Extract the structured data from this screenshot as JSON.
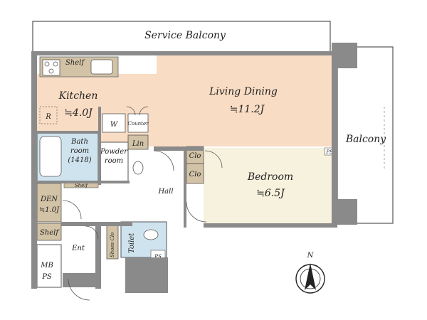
{
  "rooms": {
    "service_balcony": "Service Balcony",
    "kitchen": "Kitchen",
    "kitchen_area": "≒4.0J",
    "shelf_top": "Shelf",
    "refrigerator": "R",
    "washer": "W",
    "counter": "Counter",
    "linen": "Lin",
    "bath_room": "Bath",
    "bath_room_2": "room",
    "bath_size": "(1418)",
    "powder_room": "Powder",
    "powder_room_2": "room",
    "living_dining": "Living Dining",
    "living_dining_area": "≒11.2J",
    "balcony": "Balcony",
    "ps_right": "PS",
    "closet_1": "Clo",
    "closet_2": "Clo",
    "bedroom": "Bedroom",
    "bedroom_area": "≒6.5J",
    "hall": "Hall",
    "den": "DEN",
    "den_area": "≒1.0J",
    "shelf_small": "Shelf",
    "shelf_left": "Shelf",
    "entrance": "Ent",
    "shoes_closet": "Shoes Clo",
    "toilet": "Toilet",
    "ps_toilet": "PS",
    "mb": "MB",
    "ps_mb": "PS",
    "north": "N"
  },
  "colors": {
    "living": "#f8dcc4",
    "bedroom": "#f7f2dd",
    "tan_fixture": "#d2c2a6",
    "wet_area": "#cfe3ee",
    "wall": "#8a8a8a",
    "wall_dark": "#6f6f6f"
  }
}
